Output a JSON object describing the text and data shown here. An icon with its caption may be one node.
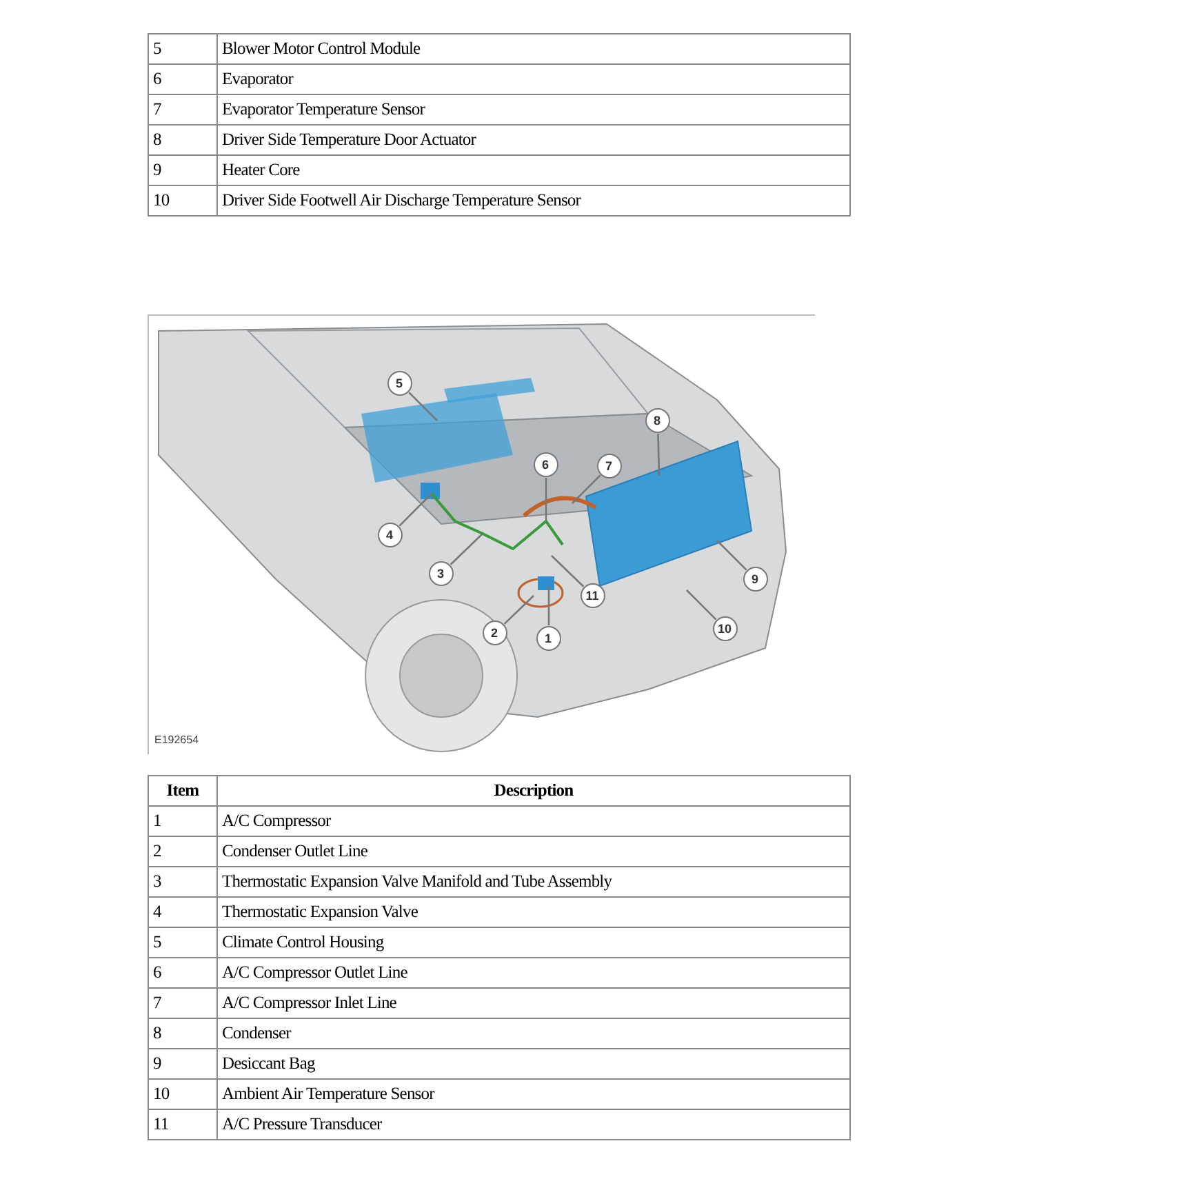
{
  "diagram": {
    "nodes": [
      {
        "text": [
          "1"
        ]
      },
      {
        "text": [
          "2"
        ]
      },
      {
        "text": [
          "3"
        ]
      },
      {
        "text": [
          "4"
        ]
      },
      {
        "text": [
          "5"
        ]
      },
      {
        "text": [
          "6"
        ]
      },
      {
        "text": [
          "7"
        ]
      },
      {
        "text": [
          "8"
        ]
      },
      {
        "text": [
          "9"
        ]
      },
      {
        "text": [
          "10"
        ]
      },
      {
        "text": [
          "11"
        ]
      }
    ],
    "edges": [
      {
        "from": 0,
        "to": null,
        "arrow": "none"
      },
      {
        "from": 1,
        "to": null,
        "arrow": "none"
      },
      {
        "from": 2,
        "to": null,
        "arrow": "none"
      },
      {
        "from": 3,
        "to": null,
        "arrow": "none"
      },
      {
        "from": 4,
        "to": null,
        "arrow": "none"
      },
      {
        "from": 5,
        "to": null,
        "arrow": "none"
      },
      {
        "from": 6,
        "to": null,
        "arrow": "none"
      },
      {
        "from": 7,
        "to": null,
        "arrow": "none"
      },
      {
        "from": 8,
        "to": null,
        "arrow": "none"
      },
      {
        "from": 9,
        "to": null,
        "arrow": "none"
      },
      {
        "from": 10,
        "to": null,
        "arrow": "none"
      }
    ],
    "labels": [
      "5",
      "Blower Motor Control Module",
      "6",
      "Evaporator",
      "7",
      "Evaporator Temperature Sensor",
      "8",
      "Driver Side Temperature Door Actuator",
      "9",
      "Heater Core",
      "10",
      "Driver Side Footwell Air Discharge Temperature Sensor",
      "E192654",
      "Item",
      "Description",
      "1",
      "A/C Compressor",
      "2",
      "Condenser Outlet Line",
      "3",
      "Thermostatic Expansion Valve Manifold and Tube Assembly",
      "4",
      "Thermostatic Expansion Valve",
      "5",
      "Climate Control Housing",
      "6",
      "A/C Compressor Outlet Line",
      "7",
      "A/C Compressor Inlet Line",
      "8",
      "Condenser",
      "9",
      "Desiccant Bag",
      "10",
      "Ambient Air Temperature Sensor",
      "11",
      "A/C Pressure Transducer"
    ]
  }
}
